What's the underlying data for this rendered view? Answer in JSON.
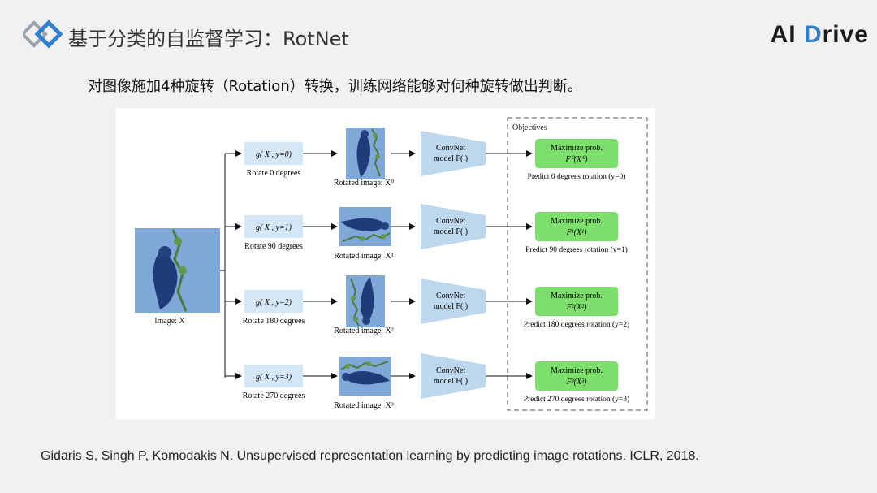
{
  "header": {
    "title": "基于分类的自监督学习：RotNet",
    "brand": "AI Drive",
    "brand_prefix": "AI ",
    "brand_letter": "D",
    "brand_suffix": "rive",
    "logo_icon": "diamond-logo-icon"
  },
  "subtitle": "对图像施加4种旋转（Rotation）转换，训练网络能够对何种旋转做出判断。",
  "figure": {
    "input_label": "Image: X",
    "objectives_title": "Objectives",
    "rows": [
      {
        "transform": "g( X , y=0)",
        "rotate_label": "Rotate 0 degrees",
        "rotated_label": "Rotated image: X⁰",
        "convnet_line1": "ConvNet",
        "convnet_line2": "model F(.)",
        "max_line1": "Maximize prob.",
        "max_line2": "F⁰(X⁰)",
        "predict": "Predict 0 degrees rotation (y=0)",
        "angle": 0
      },
      {
        "transform": "g( X , y=1)",
        "rotate_label": "Rotate 90 degrees",
        "rotated_label": "Rotated image: X¹",
        "convnet_line1": "ConvNet",
        "convnet_line2": "model F(.)",
        "max_line1": "Maximize prob.",
        "max_line2": "F¹(X¹)",
        "predict": "Predict 90 degrees rotation (y=1)",
        "angle": 90
      },
      {
        "transform": "g( X , y=2)",
        "rotate_label": "Rotate 180 degrees",
        "rotated_label": "Rotated image: X²",
        "convnet_line1": "ConvNet",
        "convnet_line2": "model F(.)",
        "max_line1": "Maximize prob.",
        "max_line2": "F²(X²)",
        "predict": "Predict 180 degrees rotation (y=2)",
        "angle": 180
      },
      {
        "transform": "g( X , y=3)",
        "rotate_label": "Rotate 270 degrees",
        "rotated_label": "Rotated image: X³",
        "convnet_line1": "ConvNet",
        "convnet_line2": "model F(.)",
        "max_line1": "Maximize prob.",
        "max_line2": "F³(X³)",
        "predict": "Predict 270 degrees rotation (y=3)",
        "angle": 270
      }
    ]
  },
  "citation": "Gidaris S, Singh P, Komodakis N. Unsupervised representation learning by predicting image rotations. ICLR, 2018.",
  "colors": {
    "transform_box": "#d5e6f5",
    "convnet": "#bcd7ee",
    "objective_box": "#7ee06c",
    "image_bg": "#7fa7d8",
    "logo_blue": "#2f7fd0"
  }
}
